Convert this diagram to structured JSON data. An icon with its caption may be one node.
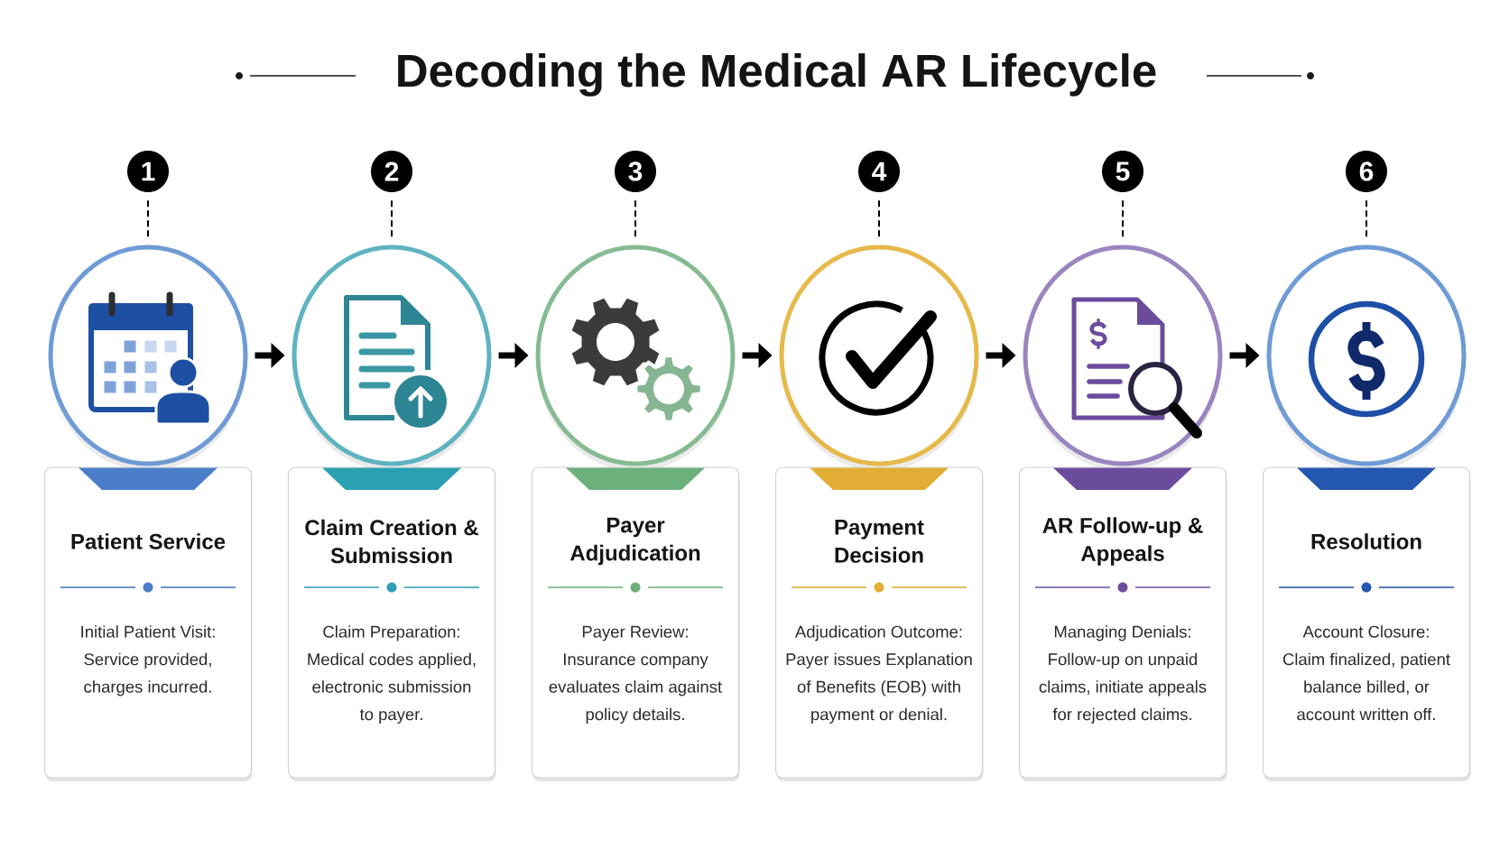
{
  "diagram": {
    "title": "Decoding the Medical AR Lifecycle",
    "nodes": [
      {
        "text": [
          "1"
        ]
      },
      {
        "text": [],
        "shape": "circle"
      },
      {
        "text": [
          "Patient Service",
          "Initial Patient Visit: Service provided, charges incurred."
        ]
      },
      {
        "text": [
          "2"
        ]
      },
      {
        "text": [],
        "shape": "circle"
      },
      {
        "text": [
          "Claim Creation & Submission",
          "Claim Preparation: Medical codes applied, electronic submission to payer."
        ]
      },
      {
        "text": [
          "3"
        ]
      },
      {
        "text": [],
        "shape": "circle"
      },
      {
        "text": [
          "Payer Adjudication",
          "Payer Review: Insurance company evaluates claim against policy details."
        ]
      },
      {
        "text": [
          "4"
        ]
      },
      {
        "text": [],
        "shape": "circle"
      },
      {
        "text": [
          "Payment Decision",
          "Adjudication Outcome: Payer issues Explanation of Benefits (EOB) with payment or denial."
        ]
      },
      {
        "text": [
          "5"
        ]
      },
      {
        "text": [],
        "shape": "circle"
      },
      {
        "text": [
          "AR Follow-up & Appeals",
          "Managing Denials: Follow-up on unpaid claims, initiate appeals for rejected claims."
        ]
      },
      {
        "text": [
          "6"
        ]
      },
      {
        "text": [],
        "shape": "circle"
      },
      {
        "text": [
          "Resolution",
          "Account Closure: Claim finalized, patient balance billed, or account written off."
        ]
      }
    ],
    "edges": [
      {
        "from": 0,
        "to": 1,
        "arrow": "none",
        "style": "dashed"
      },
      {
        "from": 3,
        "to": 4,
        "arrow": "none",
        "style": "dashed"
      },
      {
        "from": 6,
        "to": 7,
        "arrow": "none",
        "style": "dashed"
      },
      {
        "from": 9,
        "to": 10,
        "arrow": "none",
        "style": "dashed"
      },
      {
        "from": 12,
        "to": 13,
        "arrow": "none",
        "style": "dashed"
      },
      {
        "from": 15,
        "to": 16,
        "arrow": "none",
        "style": "dashed"
      },
      {
        "from": 1,
        "to": 4,
        "arrow": "to",
        "style": "thick"
      },
      {
        "from": 4,
        "to": 7,
        "arrow": "to",
        "style": "thick"
      },
      {
        "from": 7,
        "to": 10,
        "arrow": "to",
        "style": "thick"
      },
      {
        "from": 10,
        "to": 13,
        "arrow": "to",
        "style": "thick"
      },
      {
        "from": 13,
        "to": 16,
        "arrow": "to",
        "style": "thick"
      }
    ]
  }
}
